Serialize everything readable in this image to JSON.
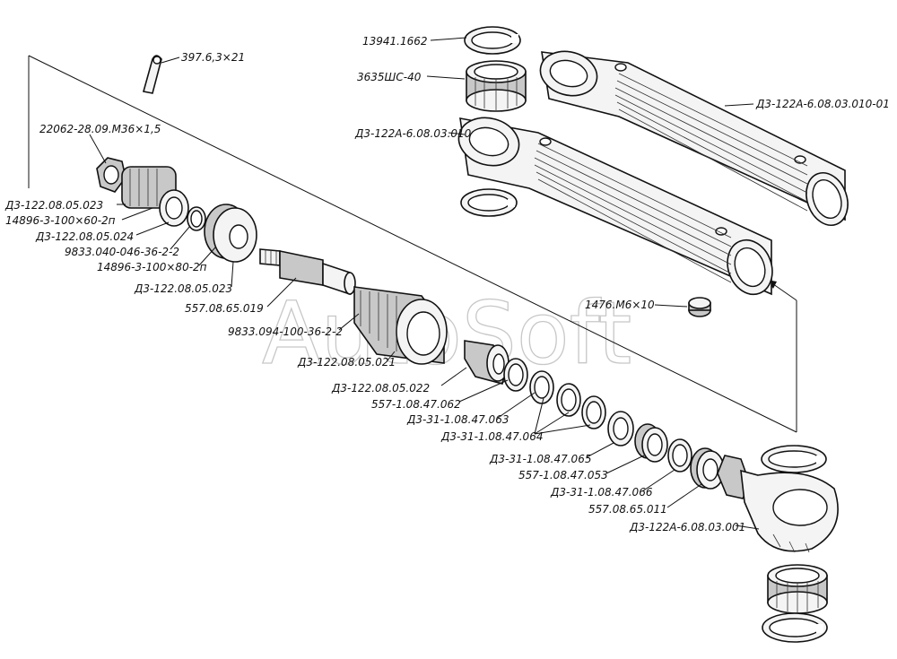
{
  "watermark": "AutoSoft",
  "labels": {
    "l01": "13941.1662",
    "l02": "3635ШС-40",
    "l03": "Д3-122А-6.08.03.010-01",
    "l04": "Д3-122А-6.08.03.010",
    "l05": "397.6,3×21",
    "l06": "22062-28.09.М36×1,5",
    "l07": "Д3-122.08.05.023",
    "l08": "14896-3-100×60-2п",
    "l09": "Д3-122.08.05.024",
    "l10": "9833.040-046-36-2-2",
    "l11": "14896-3-100×80-2п",
    "l12": "Д3-122.08.05.023",
    "l13": "557.08.65.019",
    "l14": "9833.094-100-36-2-2",
    "l15": "Д3-122.08.05.021",
    "l16": "Д3-122.08.05.022",
    "l17": "557-1.08.47.062",
    "l18": "Д3-31-1.08.47.063",
    "l19": "Д3-31-1.08.47.064",
    "l20": "1476.М6×10",
    "l21": "Д3-31-1.08.47.065",
    "l22": "557-1.08.47.053",
    "l23": "Д3-31-1.08.47.066",
    "l24": "557.08.65.011",
    "l25": "Д3-122А-6.08.03.001"
  }
}
